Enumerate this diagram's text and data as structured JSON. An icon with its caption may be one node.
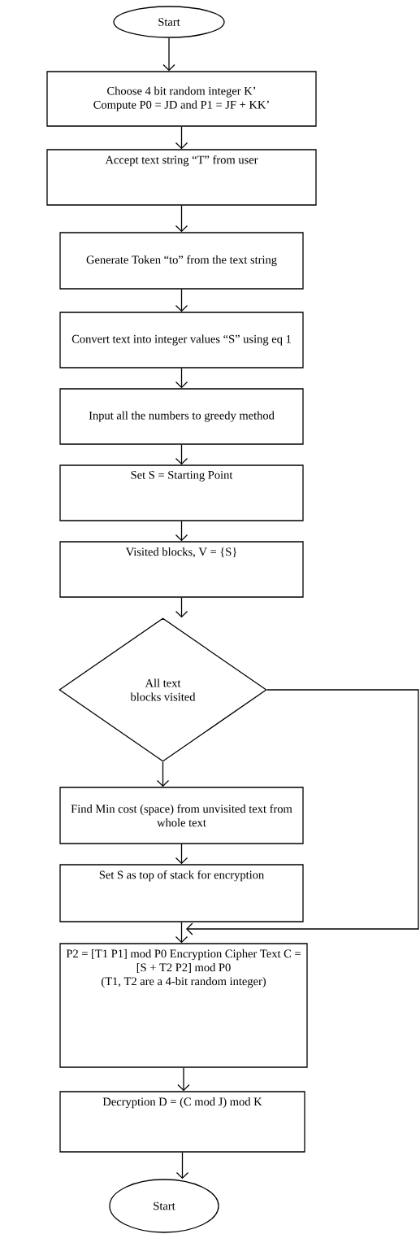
{
  "diagram": {
    "nodes": [
      {
        "text": [
          "Start"
        ]
      },
      {
        "text": [
          "Choose 4 bit random integer K’",
          "Compute P0 = JD and P1 = JF + KK’"
        ]
      },
      {
        "text": [
          "Accept text string “T” from user"
        ]
      },
      {
        "text": [
          "Generate Token “to” from the text string"
        ]
      },
      {
        "text": [
          "Convert text into integer values “S” using eq 1"
        ]
      },
      {
        "text": [
          "Input all the numbers to greedy method"
        ]
      },
      {
        "text": [
          "Set S = Starting Point"
        ]
      },
      {
        "text": [
          "Visited blocks, V = {S}"
        ]
      },
      {
        "text": [
          "All text blocks visited"
        ]
      },
      {
        "text": [
          "Find Min cost (space) from unvisited text from whole text"
        ]
      },
      {
        "text": [
          "Set S as top of stack for encryption"
        ]
      },
      {
        "text": [
          "P2 = [T1 P1] mod P0 Encryption Cipher Text C = [S + T2 P2] mod P0",
          "(T1, T2 are a 4-bit random integer)"
        ]
      },
      {
        "text": [
          "Decryption D = (C mod J) mod K"
        ]
      },
      {
        "text": [
          "Start"
        ]
      }
    ],
    "edges": [
      {
        "from": 0,
        "to": 1,
        "arrow": "to"
      },
      {
        "from": 1,
        "to": 2,
        "arrow": "to"
      },
      {
        "from": 2,
        "to": 3,
        "arrow": "to"
      },
      {
        "from": 3,
        "to": 4,
        "arrow": "to"
      },
      {
        "from": 4,
        "to": 5,
        "arrow": "to"
      },
      {
        "from": 5,
        "to": 6,
        "arrow": "to"
      },
      {
        "from": 6,
        "to": 7,
        "arrow": "to"
      },
      {
        "from": 7,
        "to": 8,
        "arrow": "to"
      },
      {
        "from": 8,
        "to": 9,
        "arrow": "to"
      },
      {
        "from": 9,
        "to": 10,
        "arrow": "to"
      },
      {
        "from": 10,
        "to": 11,
        "arrow": "to"
      },
      {
        "from": 8,
        "to": 11,
        "arrow": "to"
      },
      {
        "from": 11,
        "to": 12,
        "arrow": "to"
      },
      {
        "from": 12,
        "to": 13,
        "arrow": "to"
      }
    ]
  }
}
